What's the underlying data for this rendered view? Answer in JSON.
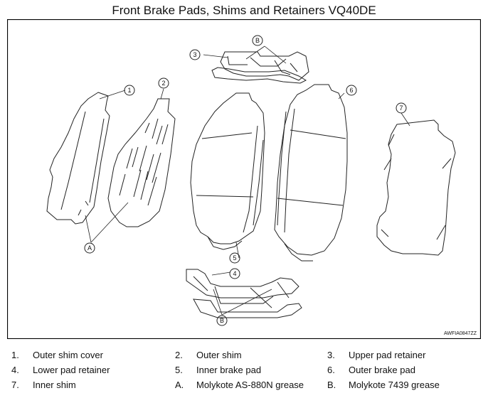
{
  "title": "Front Brake Pads, Shims and Retainers VQ40DE",
  "figure_code": "AWFIA0847ZZ",
  "callouts": {
    "c1": "1",
    "c2": "2",
    "c3": "3",
    "c4": "4",
    "c5": "5",
    "c6": "6",
    "c7": "7",
    "cA": "A",
    "cB_top": "B",
    "cB_bottom": "B"
  },
  "legend": [
    {
      "num": "1.",
      "text": "Outer shim cover"
    },
    {
      "num": "2.",
      "text": "Outer shim"
    },
    {
      "num": "3.",
      "text": "Upper pad retainer"
    },
    {
      "num": "4.",
      "text": "Lower pad retainer"
    },
    {
      "num": "5.",
      "text": "Inner brake pad"
    },
    {
      "num": "6.",
      "text": "Outer brake pad"
    },
    {
      "num": "7.",
      "text": "Inner shim"
    },
    {
      "num": "A.",
      "text": "Molykote AS-880N grease"
    },
    {
      "num": "B.",
      "text": "Molykote 7439 grease"
    }
  ]
}
